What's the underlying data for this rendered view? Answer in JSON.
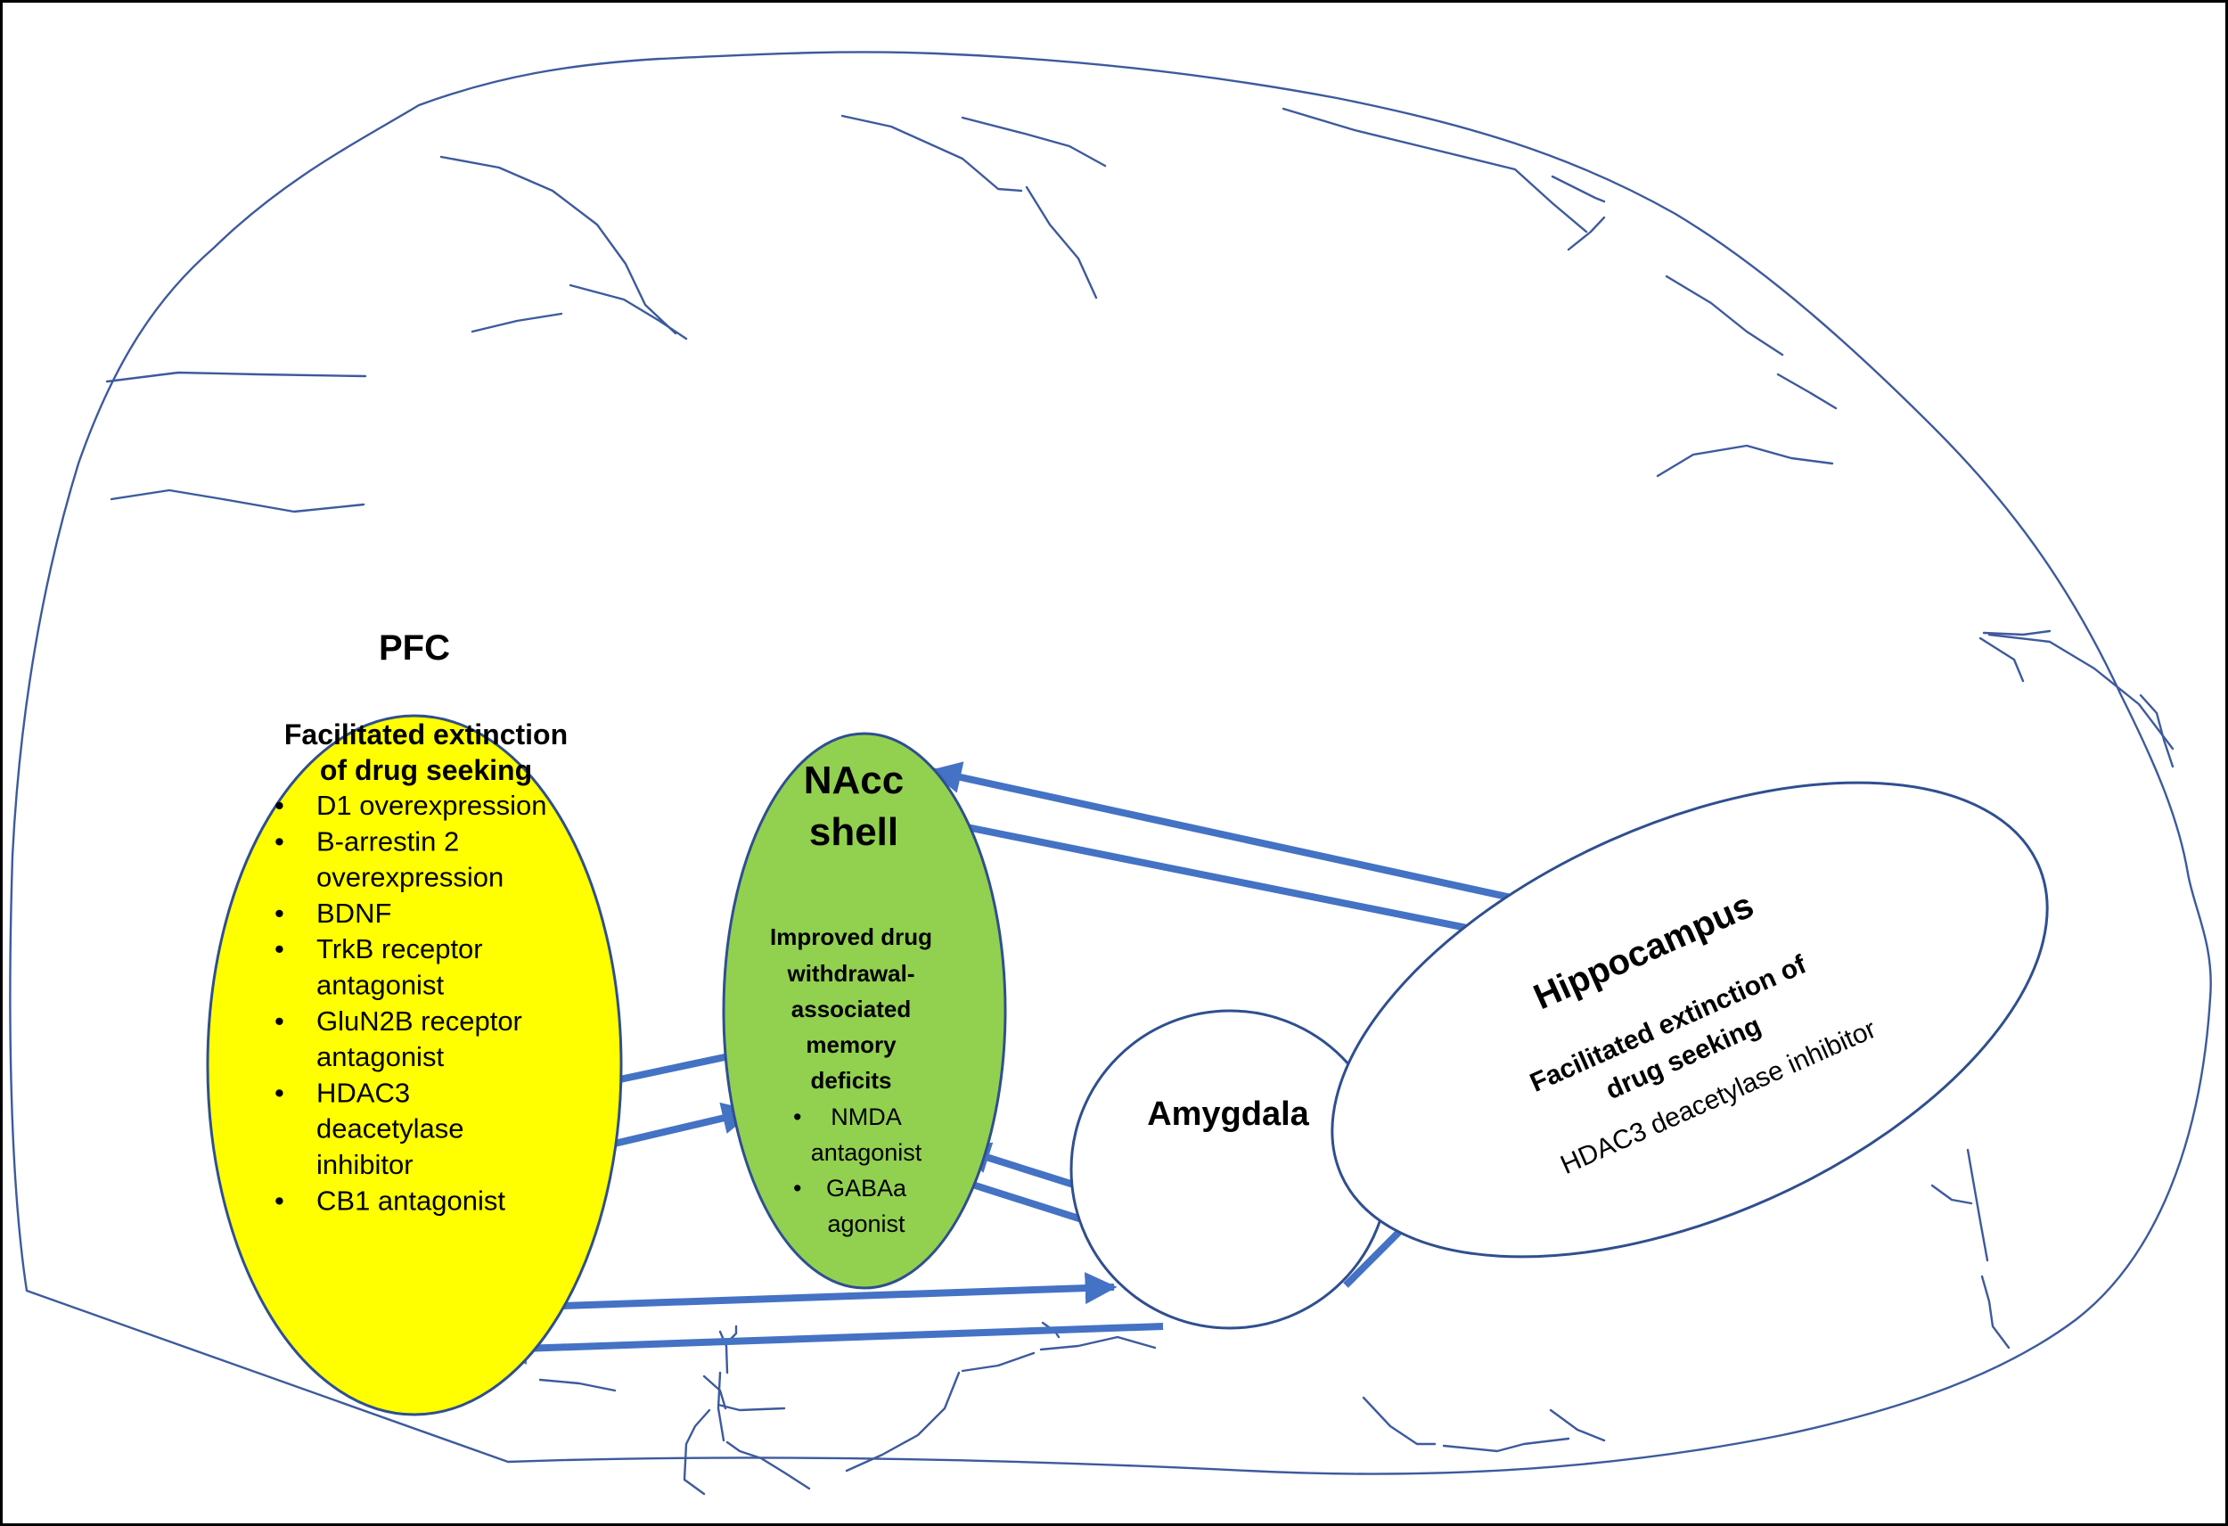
{
  "colors": {
    "frame": "#000000",
    "brain_outline": "#3D5A9E",
    "pfc_fill": "#FFFF00",
    "nacc_fill": "#92D050",
    "region_stroke": "#2F4F8F",
    "arrow": "#4472C4"
  },
  "pfc": {
    "title": "PFC",
    "subtitle_lines": [
      "Facilitated extinction",
      "of drug seeking"
    ],
    "items": [
      [
        "D1 overexpression"
      ],
      [
        "B-arrestin 2",
        "overexpression"
      ],
      [
        "BDNF"
      ],
      [
        "TrkB receptor",
        "antagonist"
      ],
      [
        "GluN2B receptor",
        "antagonist"
      ],
      [
        "HDAC3",
        "deacetylase",
        "inhibitor"
      ],
      [
        "CB1 antagonist"
      ]
    ]
  },
  "nacc": {
    "title_lines": [
      "NAcc",
      "shell"
    ],
    "subtitle_lines": [
      "Improved drug",
      "withdrawal-",
      "associated",
      "memory",
      "deficits"
    ],
    "items": [
      [
        "NMDA",
        "antagonist"
      ],
      [
        "GABAa",
        "agonist"
      ]
    ]
  },
  "amygdala": {
    "title": "Amygdala"
  },
  "hippocampus": {
    "title": "Hippocampus",
    "subtitle_lines": [
      "Facilitated extinction of",
      "drug seeking"
    ],
    "note": "HDAC3 deacetylase inhibitor"
  },
  "bullet": "•"
}
